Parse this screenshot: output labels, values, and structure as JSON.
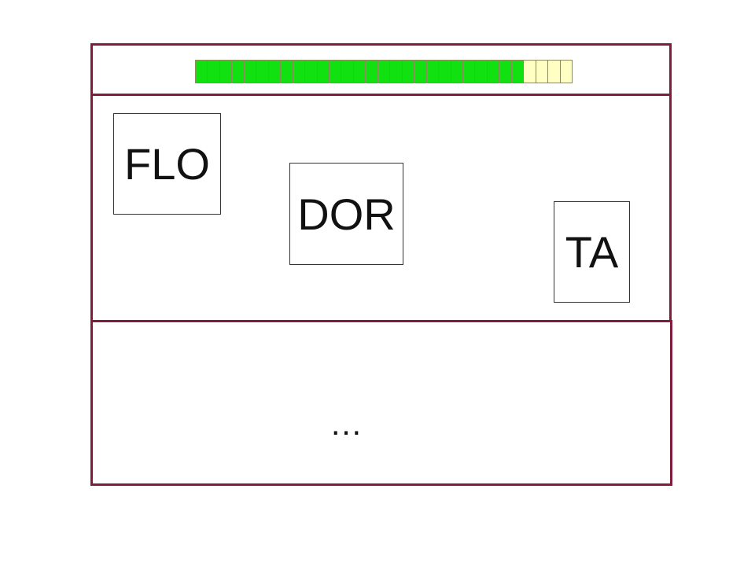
{
  "timer": {
    "total_segments": 31,
    "filled_segments": 27,
    "fill_fraction": 0.871,
    "filled_color": "#11e011",
    "empty_color": "#ffffc4"
  },
  "tiles": [
    {
      "label": "FLO"
    },
    {
      "label": "DOR"
    },
    {
      "label": "TA"
    }
  ],
  "answer_area": {
    "text": "…"
  },
  "colors": {
    "frame_border": "#7f1d3a"
  }
}
